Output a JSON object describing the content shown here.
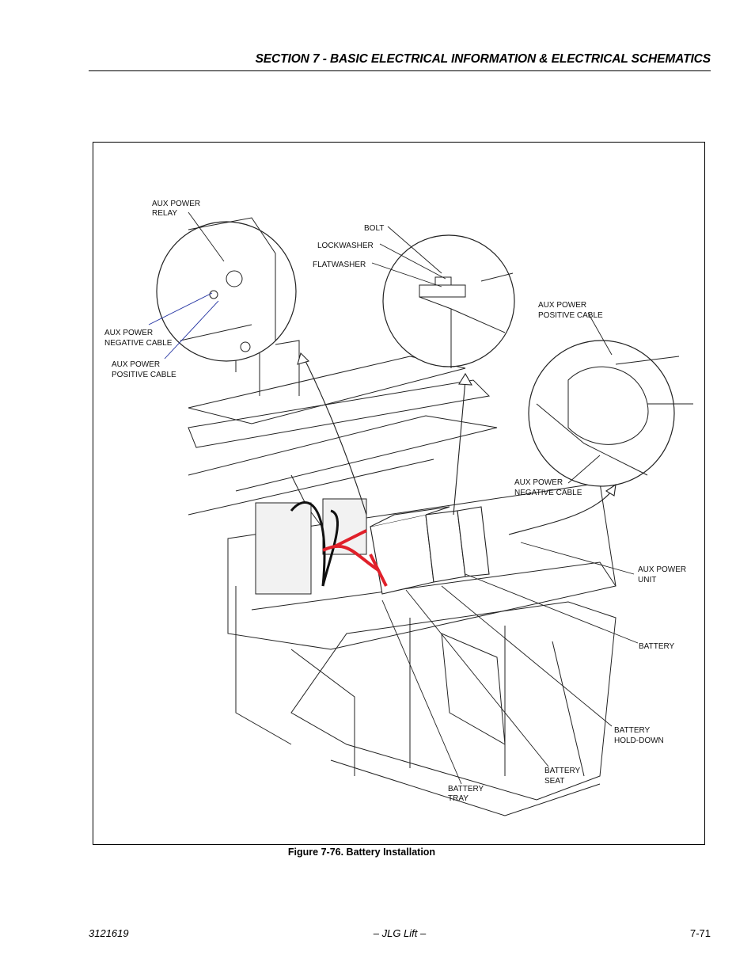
{
  "header": {
    "section_title": "SECTION 7 - BASIC ELECTRICAL INFORMATION & ELECTRICAL SCHEMATICS"
  },
  "figure": {
    "caption": "Figure 7-76.  Battery Installation",
    "labels": {
      "aux_power_relay_1": "AUX POWER",
      "aux_power_relay_2": "RELAY",
      "aux_neg_cable_1": "AUX POWER",
      "aux_neg_cable_2": "NEGATIVE CABLE",
      "aux_pos_cable_1": "AUX POWER",
      "aux_pos_cable_2": "POSITIVE CABLE",
      "bolt": "BOLT",
      "lockwasher": "LOCKWASHER",
      "flatwasher": "FLATWASHER",
      "aux_pos_cable_r1": "AUX POWER",
      "aux_pos_cable_r2": "POSITIVE CABLE",
      "aux_neg_cable_r1": "AUX POWER",
      "aux_neg_cable_r2": "NEGATIVE CABLE",
      "aux_power_unit_1": "AUX POWER",
      "aux_power_unit_2": "UNIT",
      "battery": "BATTERY",
      "battery_holddown_1": "BATTERY",
      "battery_holddown_2": "HOLD-DOWN",
      "battery_seat_1": "BATTERY",
      "battery_seat_2": "SEAT",
      "battery_tray_1": "BATTERY",
      "battery_tray_2": "TRAY"
    }
  },
  "footer": {
    "doc_number": "3121619",
    "brand": "– JLG Lift –",
    "page_number": "7-71"
  },
  "colors": {
    "cable_red": "#e0202a",
    "leader_blue": "#1f2fa0",
    "line": "#222222"
  }
}
